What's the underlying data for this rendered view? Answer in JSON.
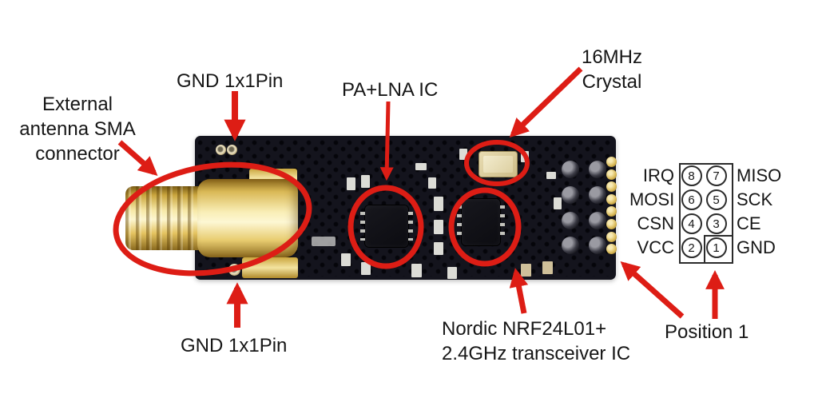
{
  "colors": {
    "arrow": "#dd1d15",
    "text": "#161616",
    "board": "#14141d",
    "gold": "#e6c566"
  },
  "labels": {
    "external_antenna": "External\nantenna SMA\nconnector",
    "gnd_top": "GND 1x1Pin",
    "pa_lna": "PA+LNA IC",
    "crystal": "16MHz\nCrystal",
    "transceiver": "Nordic NRF24L01+\n2.4GHz transceiver IC",
    "gnd_bottom": "GND 1x1Pin",
    "position1": "Position 1"
  },
  "pinout": {
    "rows": [
      {
        "left_label": "IRQ",
        "left_pin": "8",
        "right_pin": "7",
        "right_label": "MISO"
      },
      {
        "left_label": "MOSI",
        "left_pin": "6",
        "right_pin": "5",
        "right_label": "SCK"
      },
      {
        "left_label": "CSN",
        "left_pin": "4",
        "right_pin": "3",
        "right_label": "CE"
      },
      {
        "left_label": "VCC",
        "left_pin": "2",
        "right_pin": "1",
        "right_label": "GND"
      }
    ]
  }
}
